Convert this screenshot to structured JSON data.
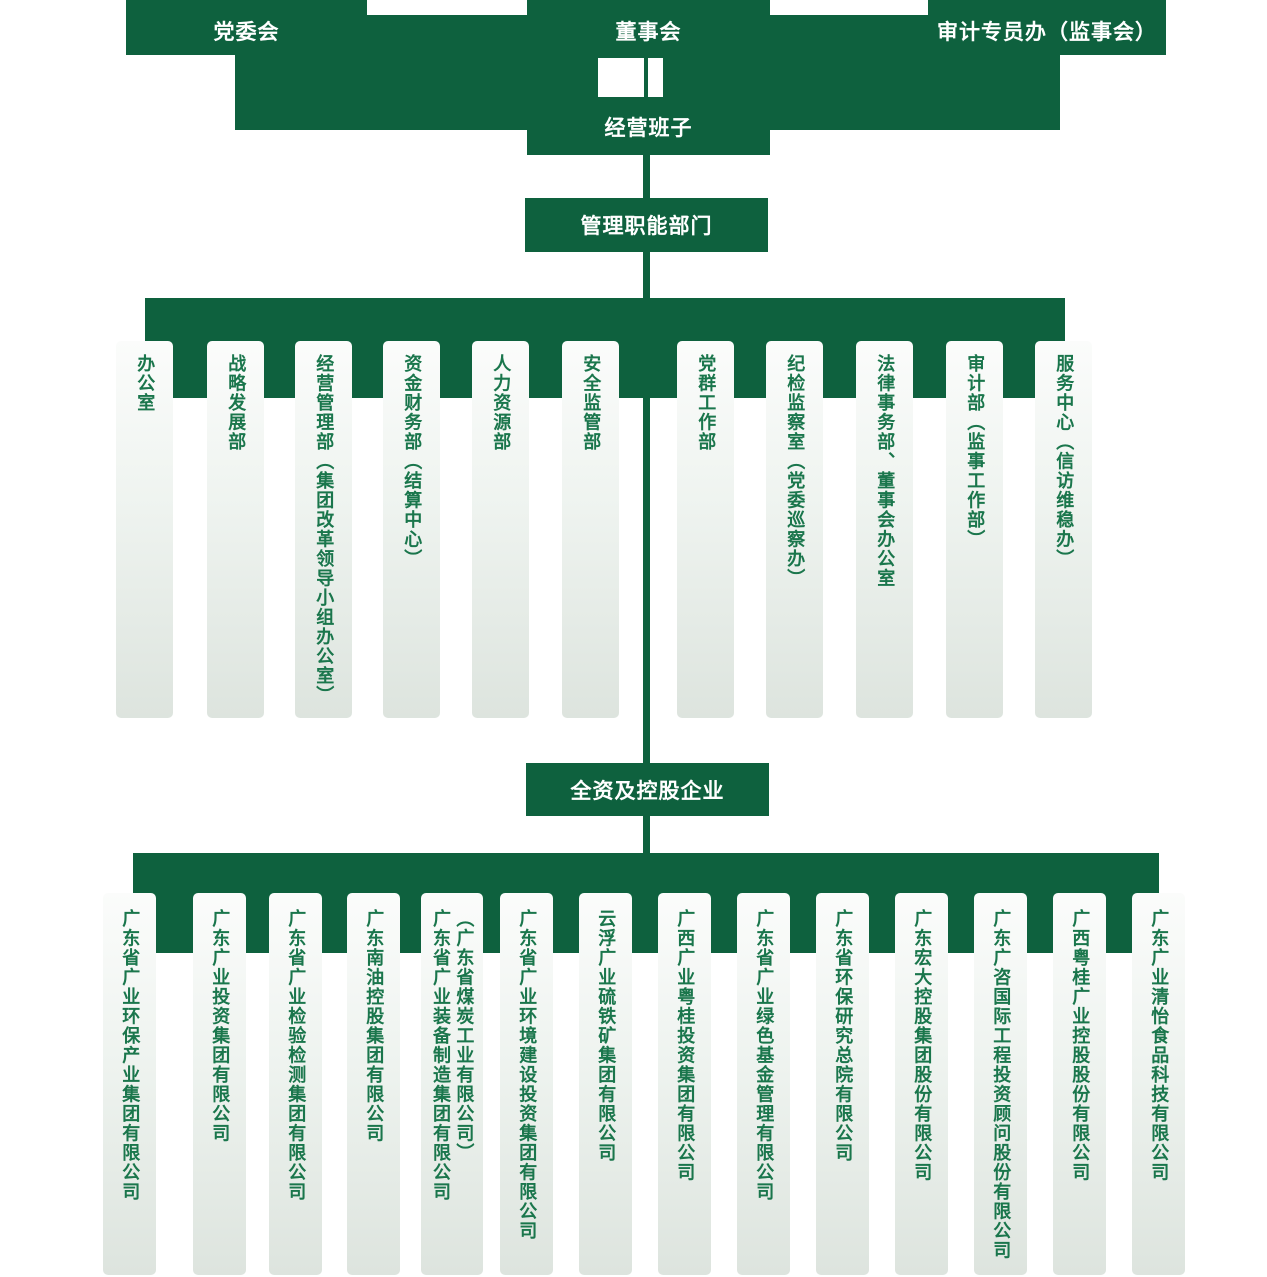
{
  "colors": {
    "primary_green": "#0e613e",
    "text_green": "#1a764c",
    "card_top": "#fbfcfb",
    "card_bottom": "#dde4de"
  },
  "header": {
    "party_committee": "党委会",
    "board_of_directors": "董事会",
    "audit_office": "审计专员办（监事会）",
    "management_team": "经营班子"
  },
  "sections": {
    "functional_departments": "管理职能部门",
    "subsidiaries": "全资及控股企业"
  },
  "departments": [
    "办公室",
    "战略发展部",
    "经营管理部（集团改革领导小组办公室）",
    "资金财务部（结算中心）",
    "人力资源部",
    "安全监管部",
    "党群工作部",
    "纪检监察室（党委巡察办）",
    "法律事务部、董事会办公室",
    "审计部（监事工作部）",
    "服务中心（信访维稳办）"
  ],
  "companies": [
    "广东省广业环保产业集团有限公司",
    "广东广业投资集团有限公司",
    "广东省广业检验检测集团有限公司",
    "广东南油控股集团有限公司",
    "广东省广业装备制造集团有限公司\n（广东省煤炭工业有限公司）",
    "广东省广业环境建设投资集团有限公司",
    "云浮广业硫铁矿集团有限公司",
    "广西广业粤桂投资集团有限公司",
    "广东省广业绿色基金管理有限公司",
    "广东省环保研究总院有限公司",
    "广东宏大控股集团股份有限公司",
    "广东广咨国际工程投资顾问股份有限公司",
    "广西粤桂广业控股股份有限公司",
    "广东广业清怡食品科技有限公司"
  ]
}
